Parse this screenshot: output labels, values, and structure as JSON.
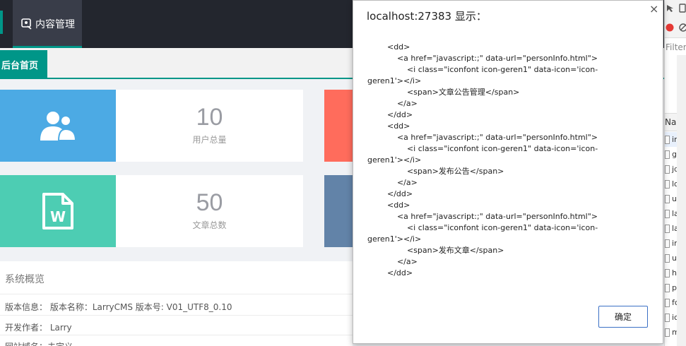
{
  "topbar": {
    "nav_label": "内容管理"
  },
  "tabbar": {
    "home_tab": "后台首页"
  },
  "cards": {
    "users": {
      "value": "10",
      "label": "用户总量"
    },
    "articles": {
      "value": "50",
      "label": "文章总数"
    }
  },
  "overview": {
    "title": "系统概览",
    "rows": [
      "版本信息： 版本名称：LarryCMS 版本号: V01_UTF8_0.10",
      "开发作者： Larry",
      "网站域名：未定义"
    ]
  },
  "dialog": {
    "title": "localhost:27383 显示：",
    "close": "×",
    "message": "        <dd>\n            <a href=\"javascript:;\" data-url=\"personInfo.html\">\n                <i class=\"iconfont icon-geren1\" data-icon='icon-\ngeren1'></i>\n                <span>文章公告管理</span>\n            </a>\n        </dd>\n        <dd>\n            <a href=\"javascript:;\" data-url=\"personInfo.html\">\n                <i class=\"iconfont icon-geren1\" data-icon='icon-\ngeren1'></i>\n                <span>发布公告</span>\n            </a>\n        </dd>\n        <dd>\n            <a href=\"javascript:;\" data-url=\"personInfo.html\">\n                <i class=\"iconfont icon-geren1\" data-icon='icon-\ngeren1'></i>\n                <span>发布文章</span>\n            </a>\n        </dd>",
    "ok_label": "确定"
  },
  "devtools": {
    "filter_label": "Filter",
    "column_header": "Name",
    "files": [
      "index",
      "global",
      "jquery",
      "logo",
      "user",
      "layui",
      "larry",
      "index",
      "user",
      "handle",
      "pxgrid",
      "font",
      "icon",
      "main"
    ]
  },
  "colors": {
    "topbar": "#23262e",
    "accent": "#009688",
    "users_card": "#4caae4",
    "articles_card": "#4dcdb3",
    "red_card": "#ff6c5c",
    "slate_card": "#6283a8"
  }
}
